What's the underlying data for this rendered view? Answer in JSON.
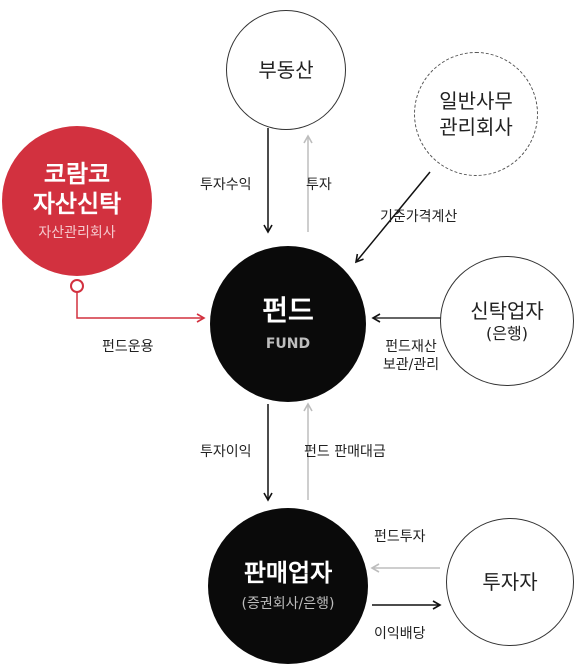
{
  "nodes": {
    "real_estate": {
      "title": "부동산"
    },
    "general_admin": {
      "line1": "일반사무",
      "line2": "관리회사"
    },
    "koramco": {
      "line1": "코람코",
      "line2": "자산신탁",
      "sub": "자산관리회사"
    },
    "fund": {
      "title": "펀드",
      "sub": "FUND"
    },
    "trustee": {
      "title": "신탁업자",
      "sub": "(은행)"
    },
    "sales": {
      "title": "판매업자",
      "sub": "(증권회사/은행)"
    },
    "investor": {
      "title": "투자자"
    }
  },
  "labels": {
    "investment_income": "투자수익",
    "investment": "투자",
    "nav_calc": "기준가격계산",
    "fund_management": "펀드운용",
    "custody_line1": "펀드재산",
    "custody_line2": "보관/관리",
    "investment_profit": "투자이익",
    "sales_proceeds": "펀드 판매대금",
    "fund_investment": "펀드투자",
    "dividend": "이익배당"
  },
  "colors": {
    "accent_red": "#d2313f",
    "dark": "#0a0a0a",
    "arrow_dark": "#111111",
    "arrow_light": "#bdbdbd"
  }
}
